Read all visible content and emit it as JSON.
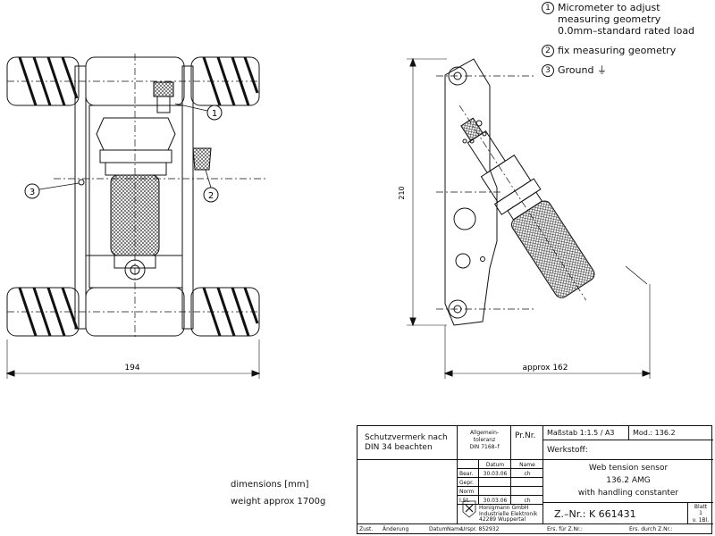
{
  "legend": [
    {
      "num": "1",
      "text": "Micrometer to adjust\nmeasuring geometry\n0.0mm–standard rated load"
    },
    {
      "num": "2",
      "text": "fix measuring geometry"
    },
    {
      "num": "3",
      "text": "Ground ⏚"
    }
  ],
  "callouts": {
    "c1": "1",
    "c2": "2",
    "c3": "3"
  },
  "dimensions": {
    "width_front": "194",
    "height_side": "210",
    "width_side": "approx 162"
  },
  "notes": {
    "dimensions": "dimensions [mm]",
    "weight": "weight approx 1700g"
  },
  "title_block": {
    "protection_note": "Schutzvermerk nach\nDIN 34 beachten",
    "tolerance": "Allgemein-\ntoleranz\nDIN 7168–f",
    "prnr": "Pr.Nr.",
    "scale": "Maßstab 1:1.5  /  A3",
    "mod": "Mod.: 136.2",
    "material": "Werkstoff:",
    "col_datum": "Datum",
    "col_name": "Name",
    "rows": [
      {
        "label": "Bear.",
        "datum": "30.03.06",
        "name": "ch"
      },
      {
        "label": "Gepr.",
        "datum": "",
        "name": ""
      },
      {
        "label": "Norm",
        "datum": "",
        "name": ""
      },
      {
        "label": "I.St.",
        "datum": "30.03.06",
        "name": "ch"
      }
    ],
    "title_line1": "Web tension sensor",
    "title_line2": "136.2 AMG",
    "title_line3": "with handling constanter",
    "company": "Honigmann GmbH\nIndustrielle Elektronik\n42289 Wuppertal",
    "drawing_no": "Z.–Nr.:  K  661431",
    "sheet_label": "Blatt",
    "sheet_value": "1",
    "sheets_total": "v. 1Bl.",
    "bottom": [
      "Zust.",
      "Änderung",
      "Datum",
      "Name",
      "Urspr. 852932",
      "Ers. für Z.Nr.:",
      "Ers. durch Z.Nr.:"
    ]
  }
}
